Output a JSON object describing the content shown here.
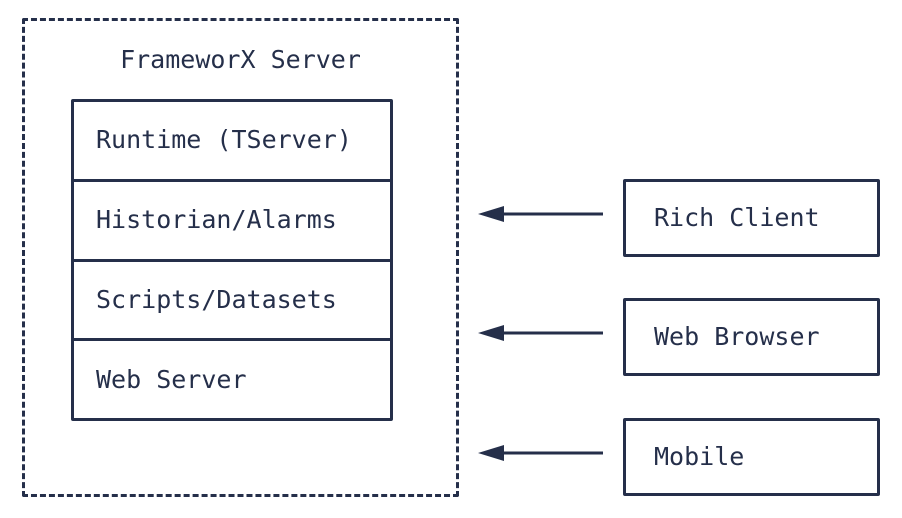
{
  "diagram": {
    "title": "FrameworX Server",
    "accent_color": "#252f4a",
    "background_color": "#ffffff",
    "server": {
      "label": "FrameworX Server",
      "border_style": "dashed",
      "modules": [
        {
          "label": "Runtime (TServer)"
        },
        {
          "label": "Historian/Alarms"
        },
        {
          "label": "Scripts/Datasets"
        },
        {
          "label": "Web Server"
        }
      ]
    },
    "clients": [
      {
        "label": "Rich Client",
        "arrow": "arrow-left-icon"
      },
      {
        "label": "Web Browser",
        "arrow": "arrow-left-icon"
      },
      {
        "label": "Mobile",
        "arrow": "arrow-left-icon"
      }
    ]
  }
}
